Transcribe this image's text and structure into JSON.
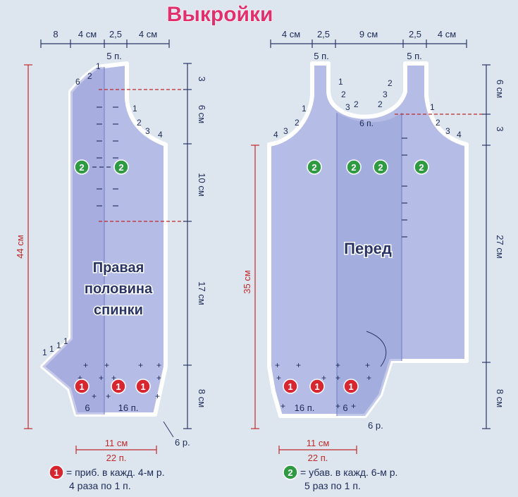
{
  "title": "Выкройки",
  "colors": {
    "background": "#dde6ef",
    "piece_fill": "#b5bde6",
    "piece_outline": "#ffffff",
    "piece_shade": "#9aa3d8",
    "title_pink": "#e0306e",
    "dimension_red": "#c02a2a",
    "marker_red": "#d7262f",
    "marker_green": "#2e9a42",
    "ink": "#1d2a55"
  },
  "back_piece": {
    "label_lines": [
      "Правая",
      "половина",
      "спинки"
    ],
    "top_dims": [
      "8",
      "4 см",
      "2,5",
      "4 см"
    ],
    "top_stitch_label": "5 п.",
    "neck_increments": [
      "6",
      "2",
      "1"
    ],
    "armhole_steps": [
      "1",
      "2",
      "3",
      "4"
    ],
    "right_dims": [
      "3",
      "6 см",
      "10 см",
      "17 см",
      "8 см"
    ],
    "left_total": "44 см",
    "crotch_ones": [
      "1",
      "1",
      "1",
      "1"
    ],
    "marker2_count_label": "2",
    "marker1_count_label": "1",
    "bottom_stitches_left": "6",
    "bottom_stitches_right": "16 п.",
    "corner_rows": "6 р.",
    "bottom_dims": [
      "11 см",
      "22 п."
    ]
  },
  "front_piece": {
    "label": "Перед",
    "top_dims": [
      "4 см",
      "2,5",
      "9 см",
      "2,5",
      "4 см"
    ],
    "strap_left_label": "5 п.",
    "strap_right_label": "5 п.",
    "neck_left_steps": [
      "1",
      "2",
      "3",
      "2"
    ],
    "neck_right_steps": [
      "2",
      "3",
      "2"
    ],
    "neck_center": "6 п.",
    "left_armhole_steps": [
      "4",
      "3",
      "2",
      "1"
    ],
    "right_armhole_steps": [
      "1",
      "2",
      "3",
      "4"
    ],
    "right_dims": [
      "6 см",
      "3",
      "27 см",
      "8 см"
    ],
    "left_total": "35 см",
    "marker2_count_label": "2",
    "marker1_count_label": "1",
    "bottom_stitches_left": "16 п.",
    "bottom_stitches_right": "6",
    "corner_rows": "6 р.",
    "bottom_dims": [
      "11 см",
      "22 п."
    ]
  },
  "legend": {
    "inc_symbol": "1",
    "inc_line1": "= приб. в кажд. 4-м р.",
    "inc_line2": "4 раза по 1 п.",
    "dec_symbol": "2",
    "dec_line1": "= убав. в кажд. 6-м р.",
    "dec_line2": "5 раз по 1 п."
  }
}
